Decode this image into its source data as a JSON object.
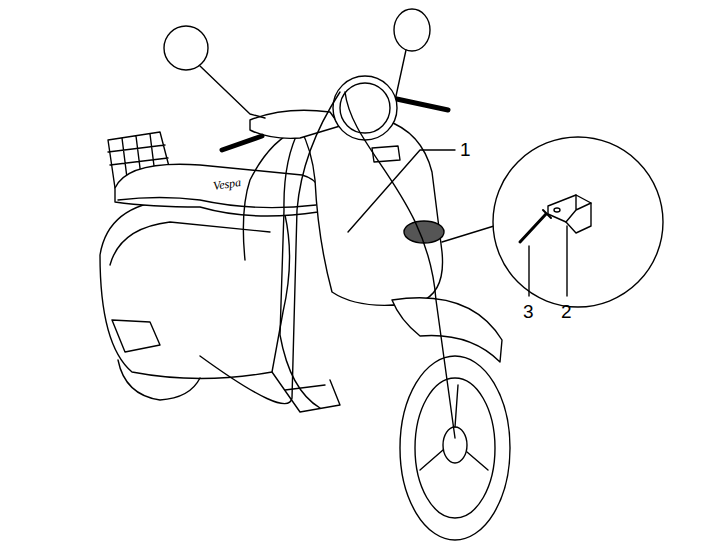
{
  "diagram": {
    "labels": [
      "1",
      "Vespa",
      "3",
      "2"
    ]
  }
}
